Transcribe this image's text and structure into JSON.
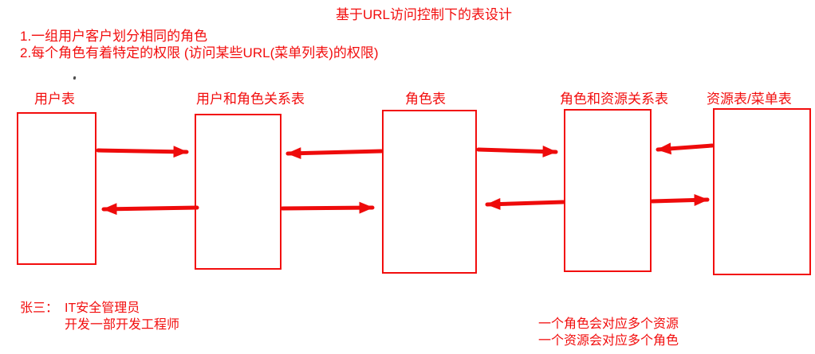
{
  "title": "基于URL访问控制下的表设计",
  "notes": [
    "1.一组用户客户划分相同的角色",
    "2.每个角色有着特定的权限 (访问某些URL(菜单列表)的权限)"
  ],
  "tables": [
    {
      "label": "用户表"
    },
    {
      "label": "用户和角色关系表"
    },
    {
      "label": "角色表"
    },
    {
      "label": "角色和资源关系表"
    },
    {
      "label": "资源表/菜单表"
    }
  ],
  "example": {
    "name": "张三：",
    "roles": [
      "IT安全管理员",
      "开发一部开发工程师"
    ]
  },
  "annotations": [
    "一个角色会对应多个资源",
    "一个资源会对应多个角色"
  ],
  "colors": {
    "accent": "#f20d0d"
  }
}
